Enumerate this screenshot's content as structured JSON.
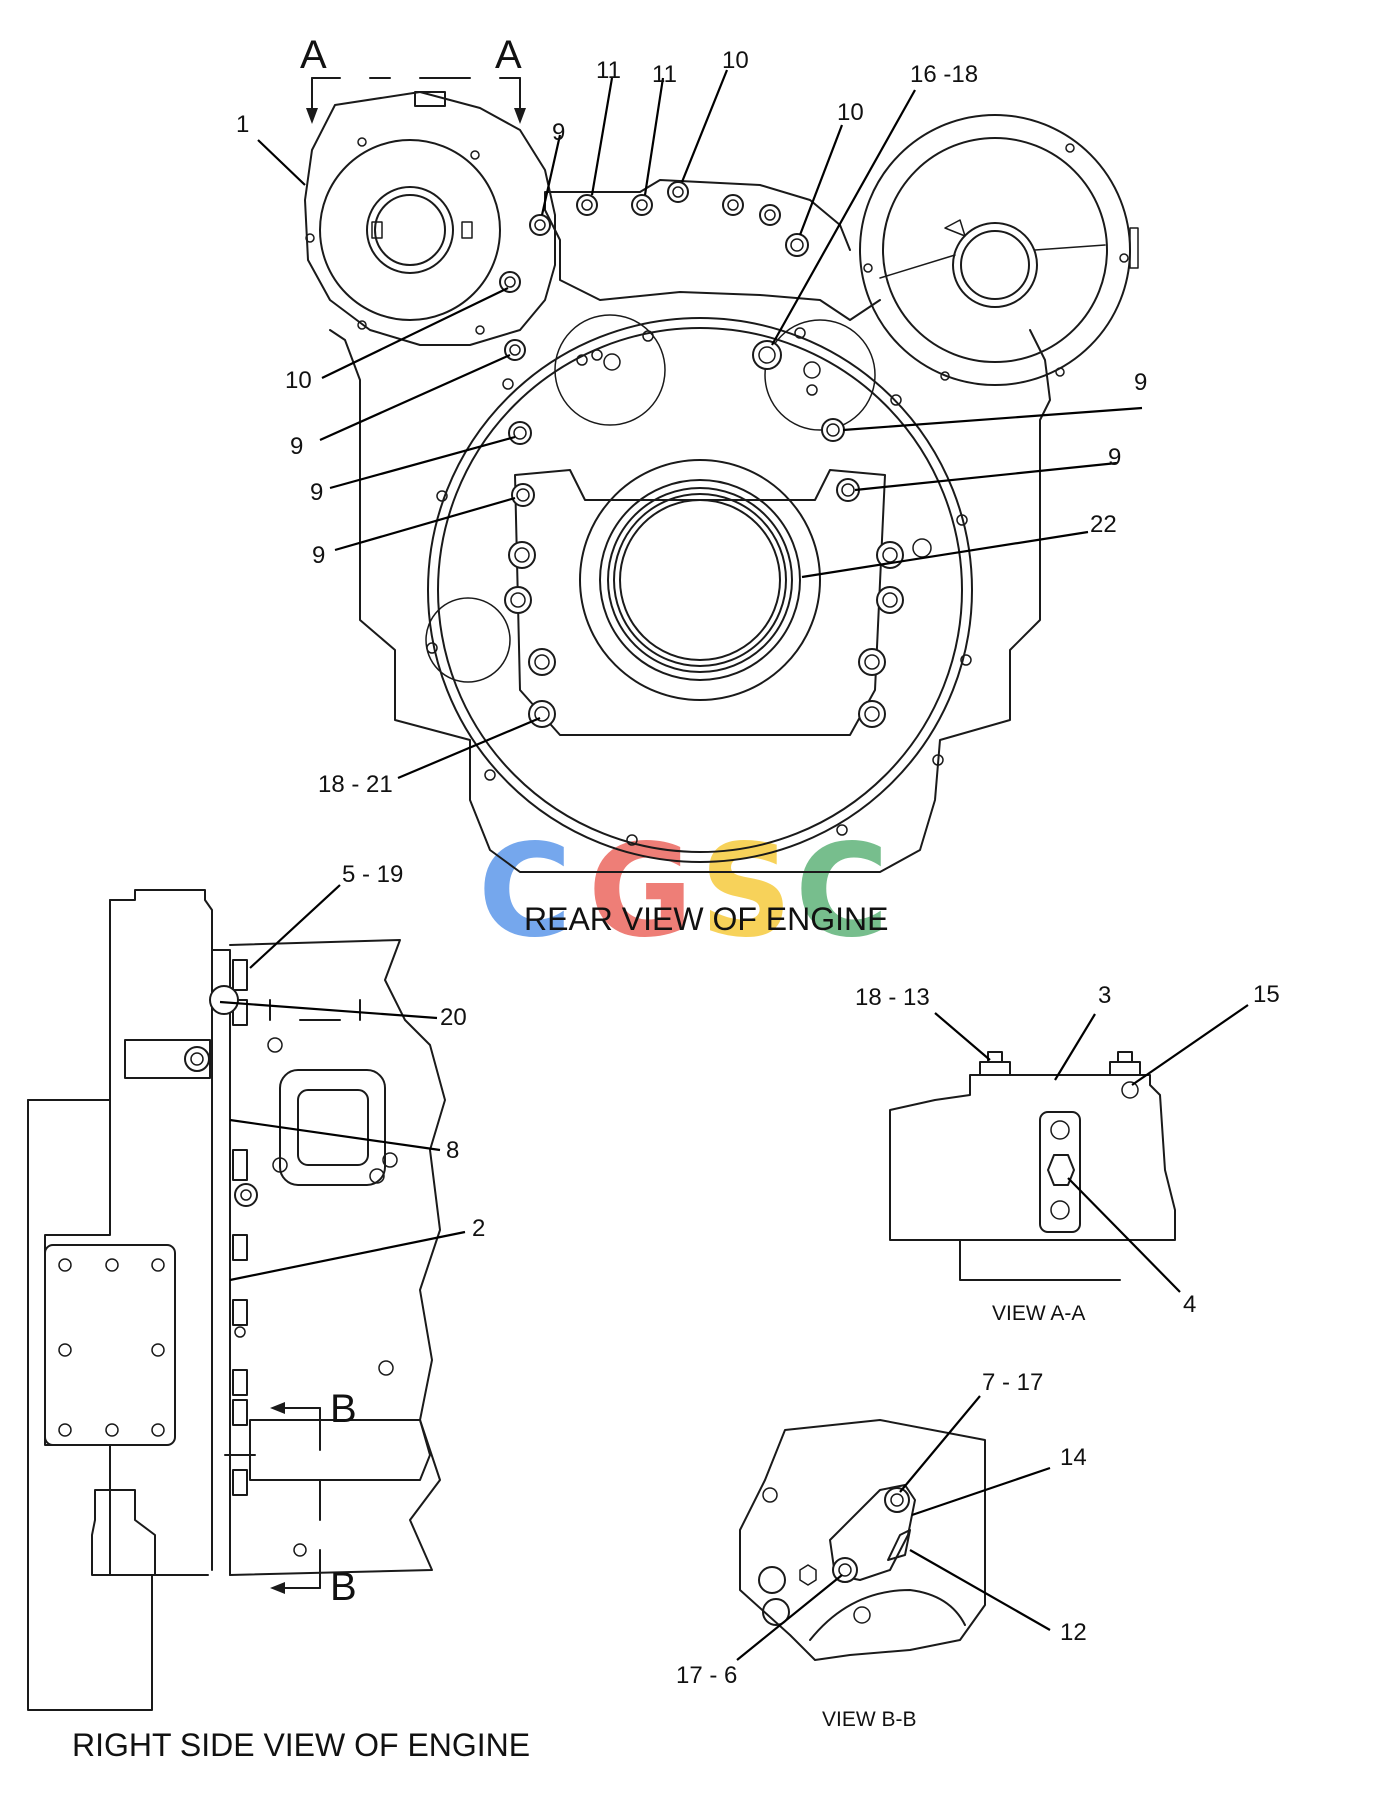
{
  "views": {
    "rear": {
      "title": "REAR VIEW OF ENGINE"
    },
    "right_side": {
      "title": "RIGHT SIDE VIEW OF ENGINE"
    },
    "view_aa": {
      "title": "VIEW A-A"
    },
    "view_bb": {
      "title": "VIEW B-B"
    }
  },
  "section_markers": {
    "a_left": "A",
    "a_right": "A",
    "b_top": "B",
    "b_bottom": "B"
  },
  "callouts": {
    "rear": [
      {
        "id": "rear-1",
        "text": "1"
      },
      {
        "id": "rear-9-top",
        "text": "9"
      },
      {
        "id": "rear-11-a",
        "text": "11"
      },
      {
        "id": "rear-11-b",
        "text": "11"
      },
      {
        "id": "rear-10-top",
        "text": "10"
      },
      {
        "id": "rear-10-right",
        "text": "10"
      },
      {
        "id": "rear-16-18",
        "text": "16 -18"
      },
      {
        "id": "rear-10-left",
        "text": "10"
      },
      {
        "id": "rear-9-left-1",
        "text": "9"
      },
      {
        "id": "rear-9-right-1",
        "text": "9"
      },
      {
        "id": "rear-9-left-2",
        "text": "9"
      },
      {
        "id": "rear-9-right-2",
        "text": "9"
      },
      {
        "id": "rear-9-left-3",
        "text": "9"
      },
      {
        "id": "rear-22",
        "text": "22"
      },
      {
        "id": "rear-18-21",
        "text": "18 - 21"
      }
    ],
    "side": [
      {
        "id": "side-5-19",
        "text": "5 - 19"
      },
      {
        "id": "side-20",
        "text": "20"
      },
      {
        "id": "side-8",
        "text": "8"
      },
      {
        "id": "side-2",
        "text": "2"
      }
    ],
    "aa": [
      {
        "id": "aa-18-13",
        "text": "18 - 13"
      },
      {
        "id": "aa-3",
        "text": "3"
      },
      {
        "id": "aa-15",
        "text": "15"
      },
      {
        "id": "aa-4",
        "text": "4"
      }
    ],
    "bb": [
      {
        "id": "bb-7-17",
        "text": "7 - 17"
      },
      {
        "id": "bb-14",
        "text": "14"
      },
      {
        "id": "bb-12",
        "text": "12"
      },
      {
        "id": "bb-17-6",
        "text": "17 - 6"
      }
    ]
  },
  "watermark": {
    "letters": [
      "C",
      "G",
      "S",
      "C"
    ],
    "colors": [
      "#4f8fe8",
      "#ea5a52",
      "#f5c62c",
      "#52ad6e"
    ]
  }
}
